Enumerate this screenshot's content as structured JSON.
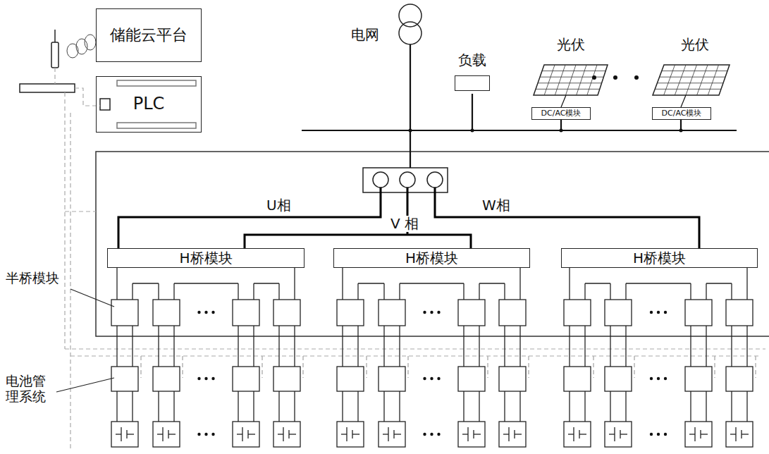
{
  "diagram": {
    "nodes": [
      {
        "text": [
          "储能云平台"
        ]
      },
      {
        "text": [
          "PLC"
        ]
      },
      {
        "text": [
          "负载"
        ]
      },
      {
        "text": [
          "DC/AC模块"
        ]
      },
      {
        "text": [
          "DC/AC模块"
        ]
      },
      {
        "text": [
          "H桥模块"
        ]
      },
      {
        "text": [
          "H桥模块"
        ]
      },
      {
        "text": [
          "H桥模块"
        ]
      }
    ],
    "labels": [
      "电网",
      "光伏",
      "光伏",
      "U相",
      "V 相",
      "W相",
      "半桥模块",
      "电池管理系统"
    ]
  }
}
